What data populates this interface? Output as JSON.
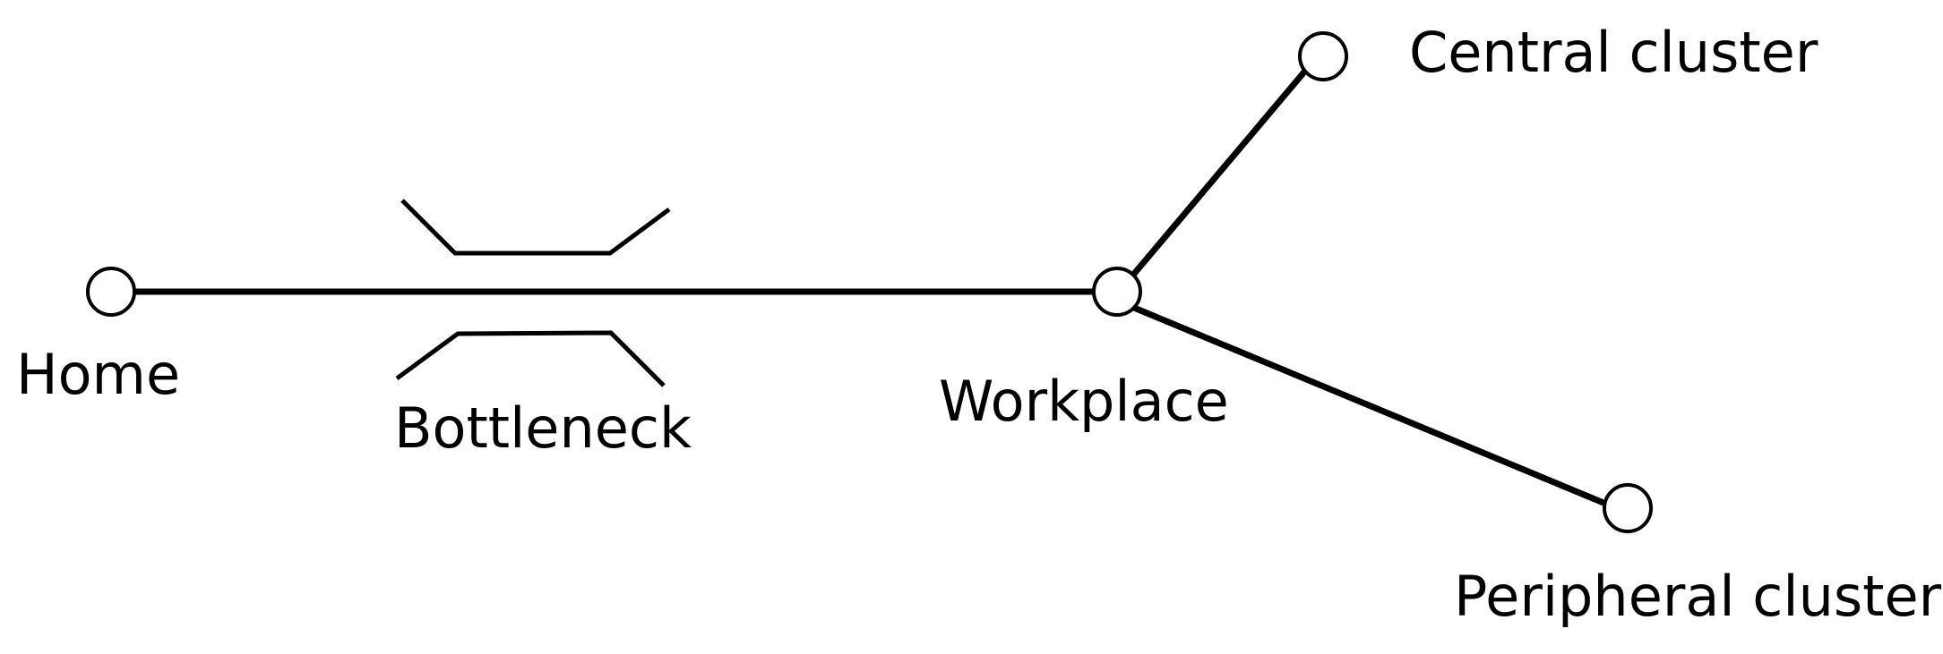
{
  "nodes": {
    "home": {
      "label": "Home"
    },
    "workplace": {
      "label": "Workplace"
    },
    "central_cluster": {
      "label": "Central cluster"
    },
    "peripheral_cluster": {
      "label": "Peripheral cluster"
    }
  },
  "bottleneck": {
    "label": "Bottleneck"
  },
  "edges": [
    {
      "from": "home",
      "to": "workplace"
    },
    {
      "from": "workplace",
      "to": "central_cluster"
    },
    {
      "from": "workplace",
      "to": "peripheral_cluster"
    }
  ],
  "colors": {
    "stroke": "#000000",
    "node_fill": "#ffffff",
    "background": "#ffffff"
  }
}
